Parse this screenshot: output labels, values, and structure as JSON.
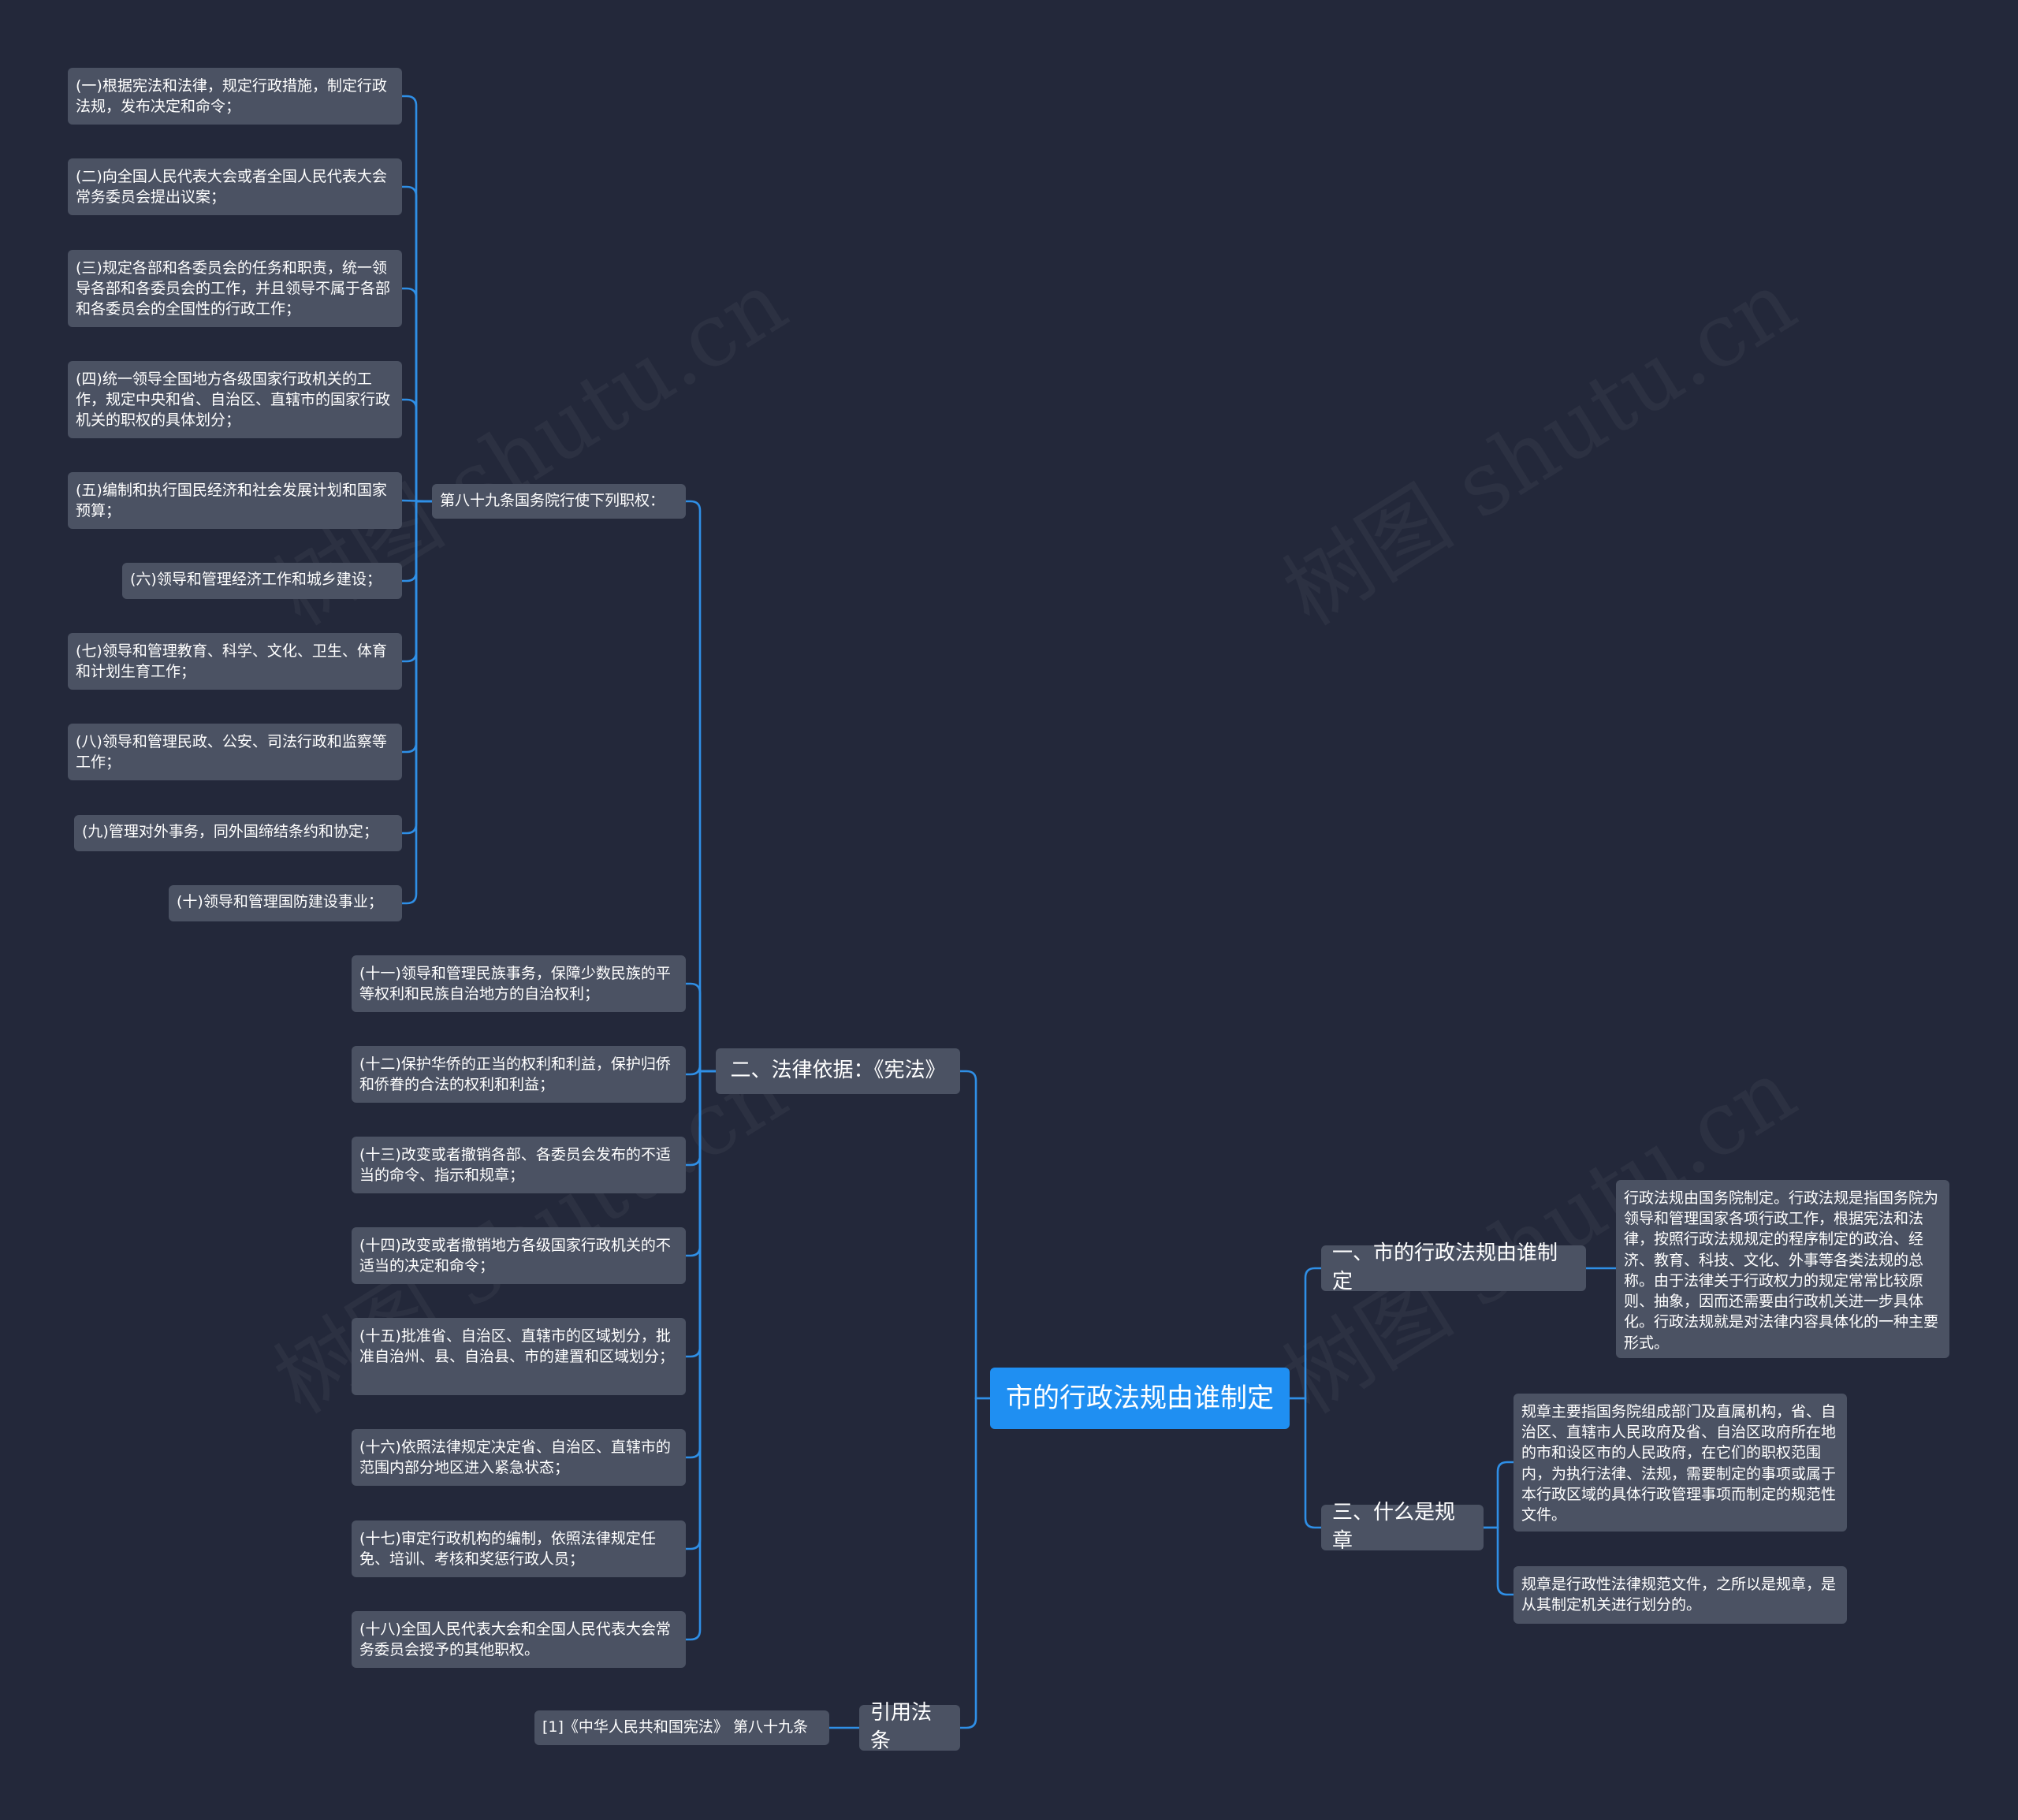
{
  "root": {
    "label": "市的行政法规由谁制定"
  },
  "branches": {
    "legal_basis": {
      "label": "二、法律依据：《宪法》",
      "article": {
        "label": "第八十九条国务院行使下列职权：",
        "items": [
          "(一)根据宪法和法律，规定行政措施，制定行政法规，发布决定和命令；",
          "(二)向全国人民代表大会或者全国人民代表大会常务委员会提出议案；",
          "(三)规定各部和各委员会的任务和职责，统一领导各部和各委员会的工作，并且领导不属于各部和各委员会的全国性的行政工作；",
          "(四)统一领导全国地方各级国家行政机关的工作，规定中央和省、自治区、直辖市的国家行政机关的职权的具体划分；",
          "(五)编制和执行国民经济和社会发展计划和国家预算；",
          "(六)领导和管理经济工作和城乡建设；",
          "(七)领导和管理教育、科学、文化、卫生、体育和计划生育工作；",
          "(八)领导和管理民政、公安、司法行政和监察等工作；",
          "(九)管理对外事务，同外国缔结条约和协定；",
          "(十)领导和管理国防建设事业；"
        ]
      },
      "items": [
        "(十一)领导和管理民族事务，保障少数民族的平等权利和民族自治地方的自治权利；",
        "(十二)保护华侨的正当的权利和利益，保护归侨和侨眷的合法的权利和利益；",
        "(十三)改变或者撤销各部、各委员会发布的不适当的命令、指示和规章；",
        "(十四)改变或者撤销地方各级国家行政机关的不适当的决定和命令；",
        "(十五)批准省、自治区、直辖市的区域划分，批准自治州、县、自治县、市的建置和区域划分；",
        "(十六)依照法律规定决定省、自治区、直辖市的范围内部分地区进入紧急状态；",
        "(十七)审定行政机构的编制，依照法律规定任免、培训、考核和奖惩行政人员；",
        "(十八)全国人民代表大会和全国人民代表大会常务委员会授予的其他职权。"
      ]
    },
    "citation": {
      "label": "引用法条",
      "items": [
        "[1]《中华人民共和国宪法》 第八十九条"
      ]
    },
    "who_makes": {
      "label": "一、市的行政法规由谁制定",
      "items": [
        "行政法规由国务院制定。行政法规是指国务院为领导和管理国家各项行政工作，根据宪法和法律，按照行政法规规定的程序制定的政治、经济、教育、科技、文化、外事等各类法规的总称。由于法律关于行政权力的规定常常比较原则、抽象，因而还需要由行政机关进一步具体化。行政法规就是对法律内容具体化的一种主要形式。"
      ]
    },
    "regulation": {
      "label": "三、什么是规章",
      "items": [
        "规章主要指国务院组成部门及直属机构，省、自治区、直辖市人民政府及省、自治区政府所在地的市和设区市的人民政府，在它们的职权范围内，为执行法律、法规，需要制定的事项或属于本行政区域的具体行政管理事项而制定的规范性文件。",
        "规章是行政性法律规范文件，之所以是规章，是从其制定机关进行划分的。"
      ]
    }
  }
}
